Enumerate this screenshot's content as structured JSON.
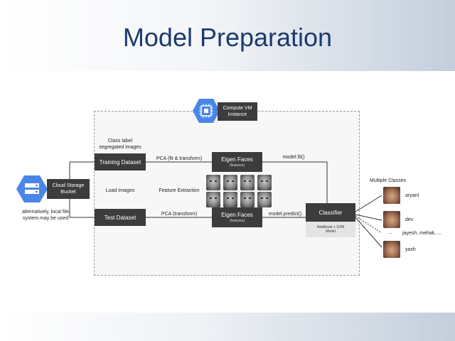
{
  "title": "Model Preparation",
  "vm": {
    "label_line1": "Compute VM",
    "label_line2": "Instance",
    "icon": "cpu-chip-icon"
  },
  "storage": {
    "label_line1": "Cloud Storage",
    "label_line2": "Bucket",
    "icon": "storage-icon",
    "note_line1": "alternatively, local file",
    "note_line2": "system may be used"
  },
  "labels": {
    "class_label_line1": "Class label",
    "class_label_line2": "segregated images",
    "load_images": "Load Images",
    "feature_extraction": "Feature Extraction",
    "pca_fit": "PCA (fit & transform)",
    "pca_transform": "PCA (transform)",
    "model_fit": "model.fit()",
    "model_predict": "model.predict()",
    "multiple_classes": "Multiple Classes"
  },
  "boxes": {
    "training": "Training Dataset",
    "test": "Test Dataset",
    "eigen_title": "Eigen Faces",
    "eigen_sub": "(features)",
    "classifier": "Classifier",
    "classifier_sub_line1": "AdaBoost + SVM",
    "classifier_sub_line2": "Model"
  },
  "classes": [
    "aryanl",
    "dev",
    "jayesh, mehak, ...",
    "yash"
  ],
  "ellipsis": "..."
}
